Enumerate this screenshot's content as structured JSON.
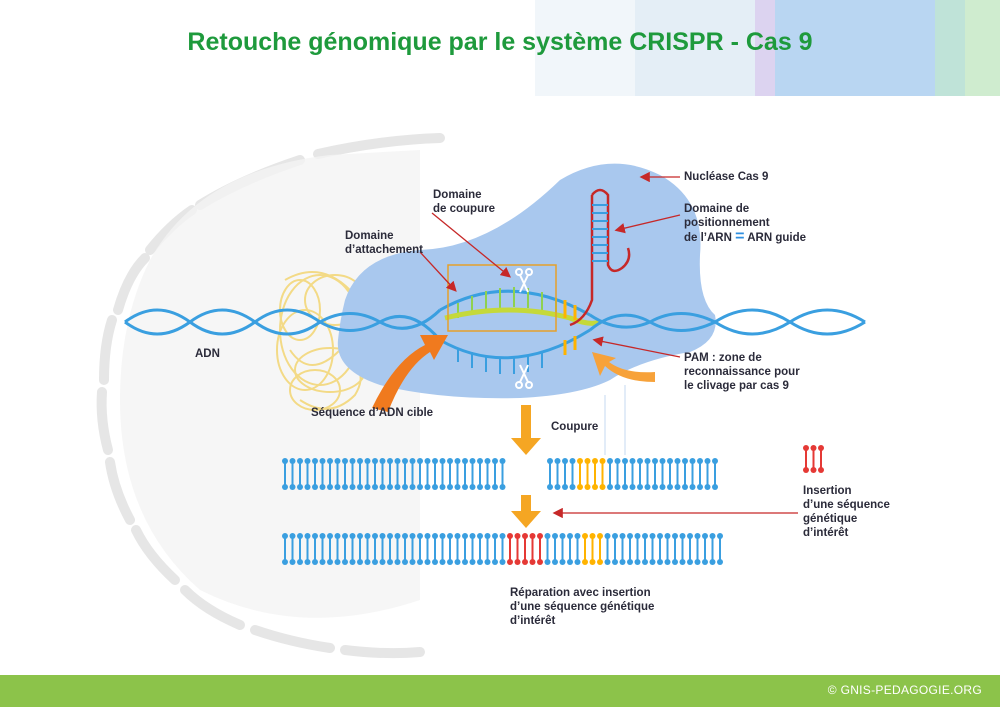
{
  "title": "Retouche génomique par le système CRISPR - Cas 9",
  "labels": {
    "nuclease": "Nucléase Cas 9",
    "positioning_l1": "Domaine de",
    "positioning_l2": "positionnement",
    "positioning_l3a": "de l’ARN",
    "positioning_eq": "=",
    "positioning_l3b": "ARN guide",
    "cut_domain_l1": "Domaine",
    "cut_domain_l2": "de coupure",
    "attach_domain_l1": "Domaine",
    "attach_domain_l2": "d’attachement",
    "dna": "ADN",
    "pam_l1": "PAM : zone de",
    "pam_l2": "reconnaissance pour",
    "pam_l3": "le clivage par cas 9",
    "target_seq": "Séquence d’ADN cible",
    "cut": "Coupure",
    "insertion_l1": "Insertion",
    "insertion_l2": "d’une séquence",
    "insertion_l3": "génétique",
    "insertion_l4": "d’intérêt",
    "repair_l1": "Réparation avec insertion",
    "repair_l2": "d’une séquence génétique",
    "repair_l3": "d’intérêt"
  },
  "footer": {
    "copyright": "© GNIS-PEDAGOGIE.ORG"
  },
  "colors": {
    "title": "#1e9a3c",
    "protein": "#a9c8ee",
    "dna": "#3a9fe0",
    "gene": "#e53935",
    "pam": "#ffb300",
    "arrow_orange": "#f07a1e",
    "label_arrow": "#c62828",
    "footer": "#8cc34a"
  },
  "icons": [
    "scissors-icon",
    "scissors-icon",
    "down-arrow-icon",
    "curved-arrow-icon"
  ]
}
